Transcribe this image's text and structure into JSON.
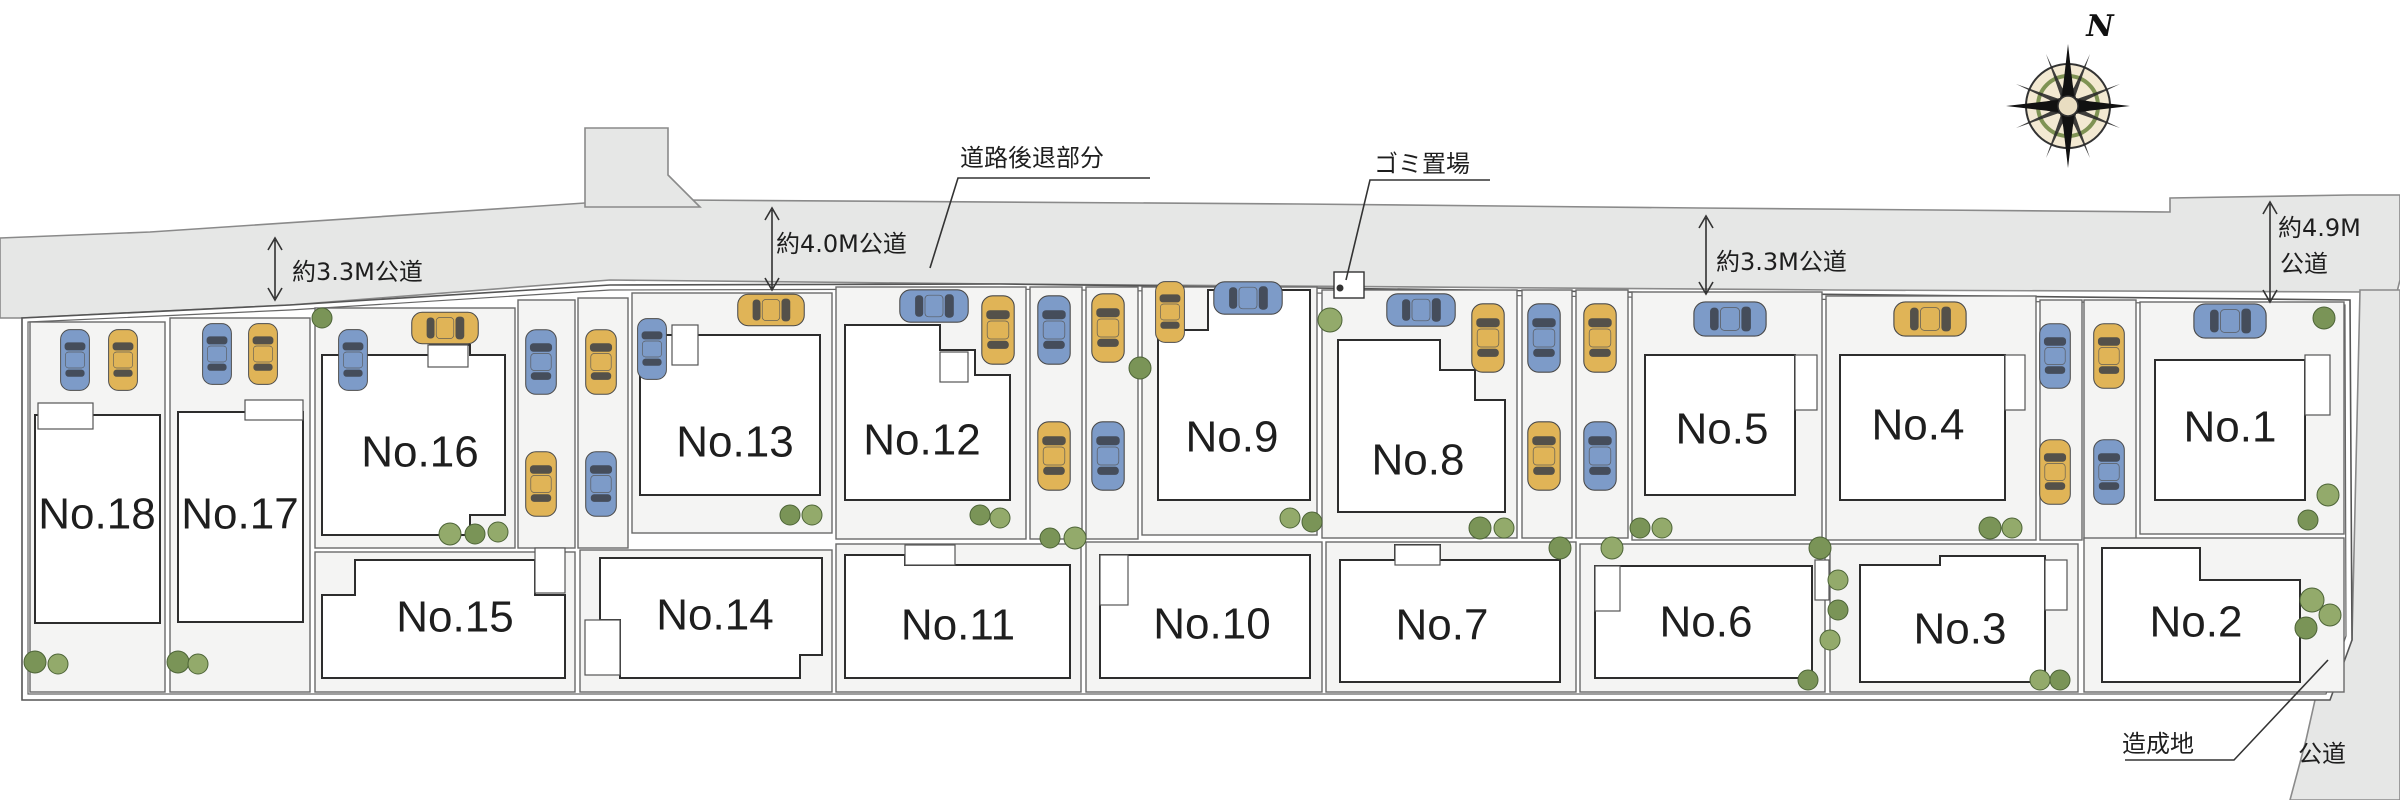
{
  "map": {
    "labels": {
      "road_setback": "道路後退部分",
      "garbage": "ゴミ置場",
      "road_west": "約3.3M公道",
      "road_mid": "約4.0M公道",
      "road_east": "約3.3M公道",
      "road_right_1": "約4.9M",
      "road_right_2": "公道",
      "developed_land": "造成地",
      "public_road": "公道"
    },
    "compass": {
      "north": "N"
    },
    "lots": [
      "No.1",
      "No.2",
      "No.3",
      "No.4",
      "No.5",
      "No.6",
      "No.7",
      "No.8",
      "No.9",
      "No.10",
      "No.11",
      "No.12",
      "No.13",
      "No.14",
      "No.15",
      "No.16",
      "No.17",
      "No.18"
    ],
    "colors": {
      "road": "#e6e7e6",
      "lot": "#f4f4f3",
      "car_blue": "#7d9bc8",
      "car_gold": "#e0b457",
      "shrub": "#7a9457"
    }
  }
}
